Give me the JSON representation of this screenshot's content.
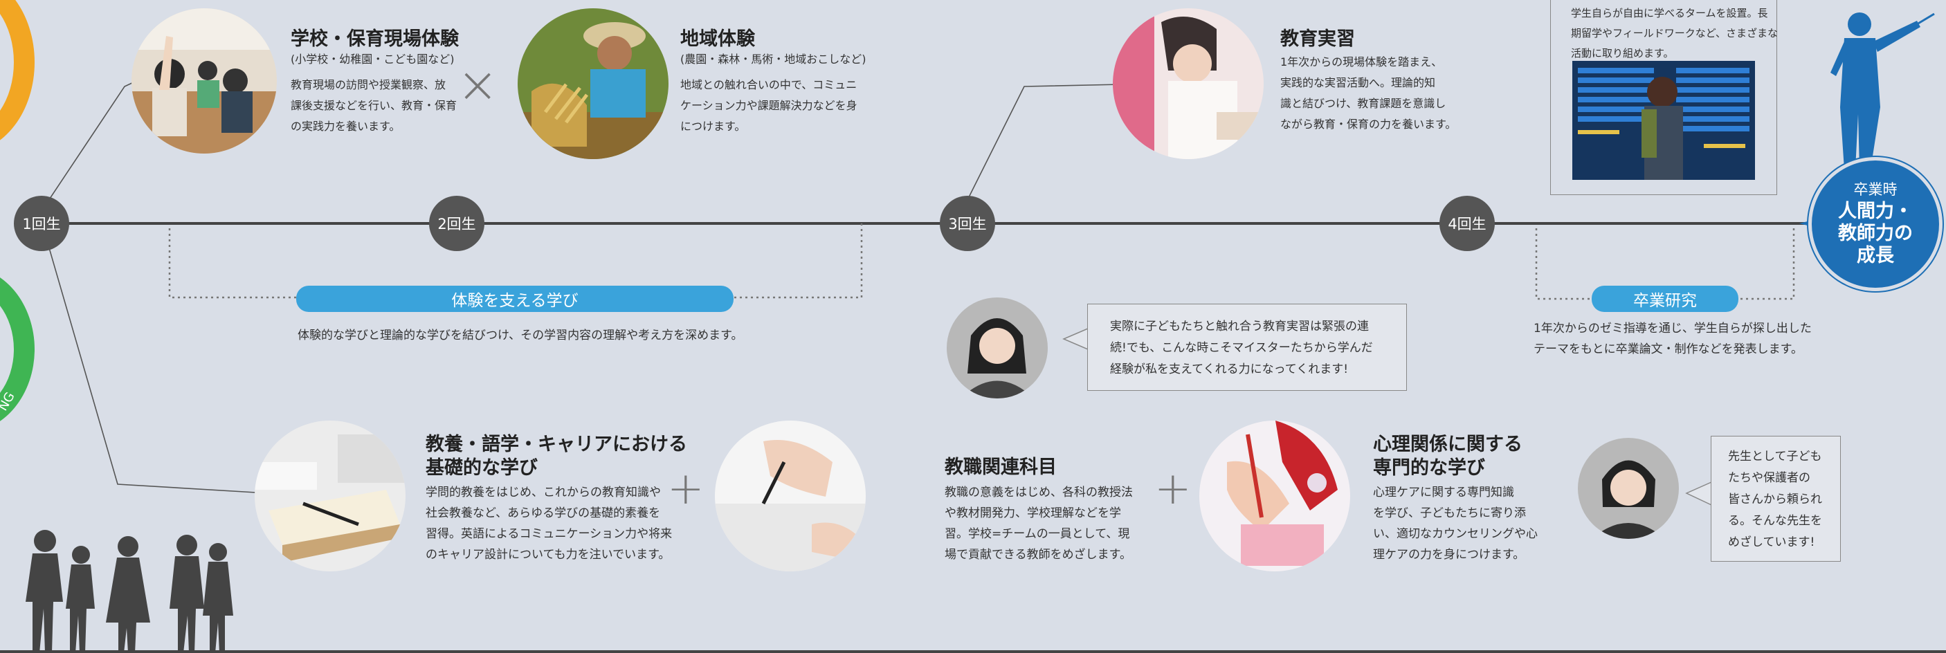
{
  "timeline": {
    "year1": "1回生",
    "year2": "2回生",
    "year3": "3回生",
    "year4": "4回生"
  },
  "experience_school": {
    "title": "学校・保育現場体験",
    "subtitle": "(小学校・幼稚園・こども園など)",
    "body": "教育現場の訪問や授業観察、放\n課後支援などを行い、教育・保育\nの実践力を養います。"
  },
  "experience_region": {
    "title": "地域体験",
    "subtitle": "(農園・森林・馬術・地域おこしなど)",
    "body": "地域との触れ合いの中で、コミュニ\nケーション力や課題解決力などを身\nにつけます。"
  },
  "practicum": {
    "title": "教育実習",
    "body": "1年次からの現場体験を踏まえ、\n実践的な実習活動へ。理論的知\n識と結びつけ、教育課題を意識し\nながら教育・保育の力を養います。"
  },
  "term_note": {
    "body": "学生自らが自由に学べるタームを設置。長\n期留学やフィールドワークなど、さまざまな\n活動に取り組めます。"
  },
  "graduation": {
    "label": "卒業時",
    "title": "人間力・\n教師力の\n成長"
  },
  "support": {
    "pill": "体験を支える学び",
    "caption": "体験的な学びと理論的な学びを結びつけ、その学習内容の理解や考え方を深めます。"
  },
  "thesis": {
    "pill": "卒業研究",
    "caption": "1年次からのゼミ指導を通じ、学生自らが探し出した\nテーマをもとに卒業論文・制作などを発表します。"
  },
  "student_quote": {
    "body": "実際に子どもたちと触れ合う教育実習は緊張の連\n続!でも、こんな時こそマイスターたちから学んだ\n経験が私を支えてくれる力になってくれます!"
  },
  "graduate_quote": {
    "body": "先生として子ども\nたちや保護者の\n皆さんから頼られ\nる。そんな先生を\nめざしています!"
  },
  "liberal": {
    "title": "教養・語学・キャリアにおける\n基礎的な学び",
    "body": "学問的教養をはじめ、これからの教育知識や\n社会教養など、あらゆる学びの基礎的素養を\n習得。英語によるコミュニケーション力や将来\nのキャリア設計についても力を注いでいます。"
  },
  "teaching": {
    "title": "教職関連科目",
    "body": "教職の意義をはじめ、各科の教授法\nや教材開発力、学校理解などを学\n習。学校=チームの一員として、現\n場で貢献できる教師をめざします。"
  },
  "psychology": {
    "title": "心理関係に関する\n専門的な学び",
    "body": "心理ケアに関する専門知識\nを学び、子どもたちに寄り添\nい、適切なカウンセリングや心\n理ケアの力を身につけます。"
  },
  "symbols": {
    "times": "×",
    "plus": "+"
  },
  "side_text": "NG",
  "colors": {
    "background": "#d9dee7",
    "accent": "#3aa3db",
    "node": "#555555",
    "graduation": "#1e6fb5",
    "orange": "#f2a623",
    "green": "#3fb553"
  }
}
